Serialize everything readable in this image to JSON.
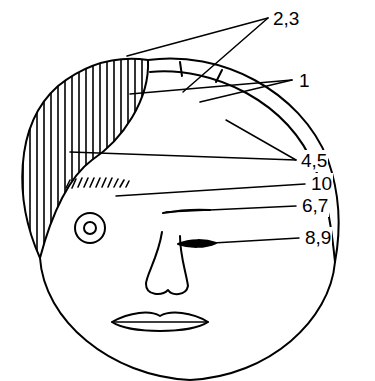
{
  "diagram": {
    "labels": [
      "2,3",
      "1",
      "4,5",
      "10",
      "6,7",
      "8,9"
    ]
  }
}
